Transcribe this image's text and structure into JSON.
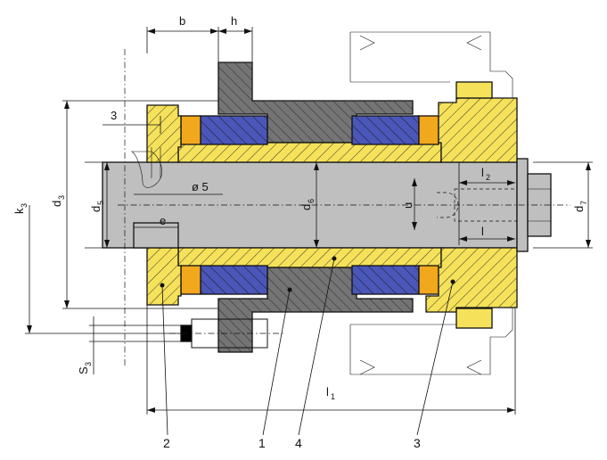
{
  "colors": {
    "yellow_part": "#f5e25a",
    "orange_insert": "#f2a81d",
    "blue_bearing": "#4a56b8",
    "grey_housing": "#747474",
    "grey_shaft": "#bfbfbf",
    "hatch": "#222222"
  },
  "dimensions": {
    "b": "b",
    "h": "h",
    "three": "3",
    "dia5": "ø 5",
    "e": "e",
    "d3": "d",
    "d3_sub": "3",
    "d5": "d",
    "d5_sub": "5",
    "d6": "d",
    "d6_sub": "6",
    "d7": "d",
    "d7_sub": "7",
    "k3": "k",
    "k3_sub": "3",
    "s3": "S",
    "s3_sub": "3",
    "l1": "l",
    "l1_sub": "1",
    "l2": "l",
    "l2_sub": "2",
    "l": "l",
    "u": "u"
  },
  "callouts": [
    "2",
    "1",
    "4",
    "3"
  ]
}
